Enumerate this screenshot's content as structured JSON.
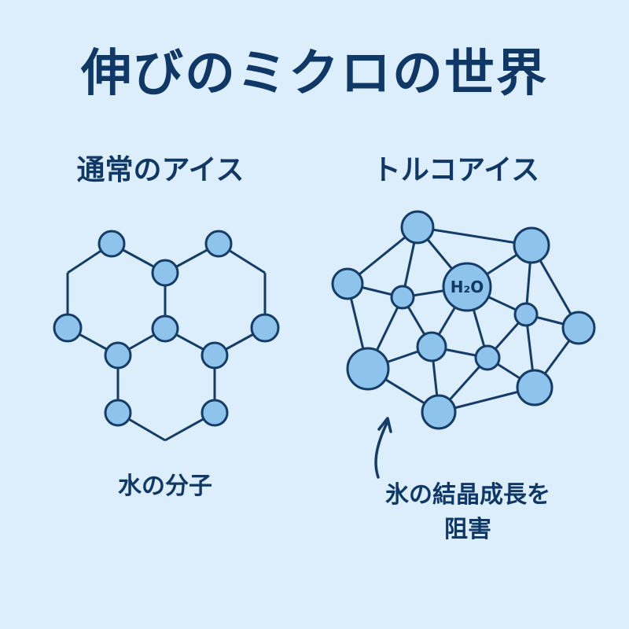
{
  "title": "伸びのミクロの世界",
  "left_panel": {
    "heading": "通常のアイス",
    "caption": "水の分子"
  },
  "right_panel": {
    "heading": "トルコアイス",
    "molecule_label": "H₂O",
    "caption_line1": "氷の結晶成長を",
    "caption_line2": "阻害"
  },
  "colors": {
    "background": "#dceefb",
    "text": "#0f3866",
    "atom_fill": "#8ec3ec",
    "bond": "#143c66"
  }
}
